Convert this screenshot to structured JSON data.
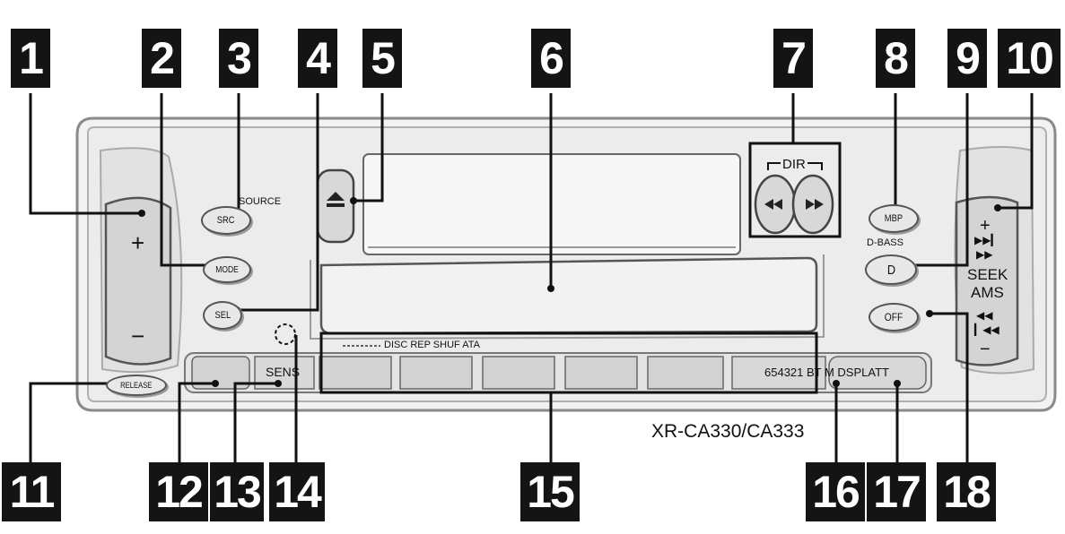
{
  "callouts": [
    "1",
    "2",
    "3",
    "4",
    "5",
    "6",
    "7",
    "8",
    "9",
    "10",
    "11",
    "12",
    "13",
    "14",
    "15",
    "16",
    "17",
    "18"
  ],
  "buttons": {
    "src": "SRC",
    "mode": "MODE",
    "sel": "SEL",
    "release": "RELEASE",
    "mbp": "MBP",
    "d": "D",
    "off": "OFF"
  },
  "labels": {
    "source": "SOURCE",
    "dir": "DIR",
    "d_bass": "D-BASS",
    "seek": "SEEK",
    "ams": "AMS",
    "sens": "SENS",
    "preset_strip": "DISC REP SHUF ATA",
    "preset_right": "654321 BT M DSPLATT",
    "plus": "+",
    "minus": "−"
  },
  "model": "XR-CA330/CA333",
  "colors": {
    "callout_bg": "#141414",
    "panel": "#dcdcdc",
    "line": "#111111"
  }
}
